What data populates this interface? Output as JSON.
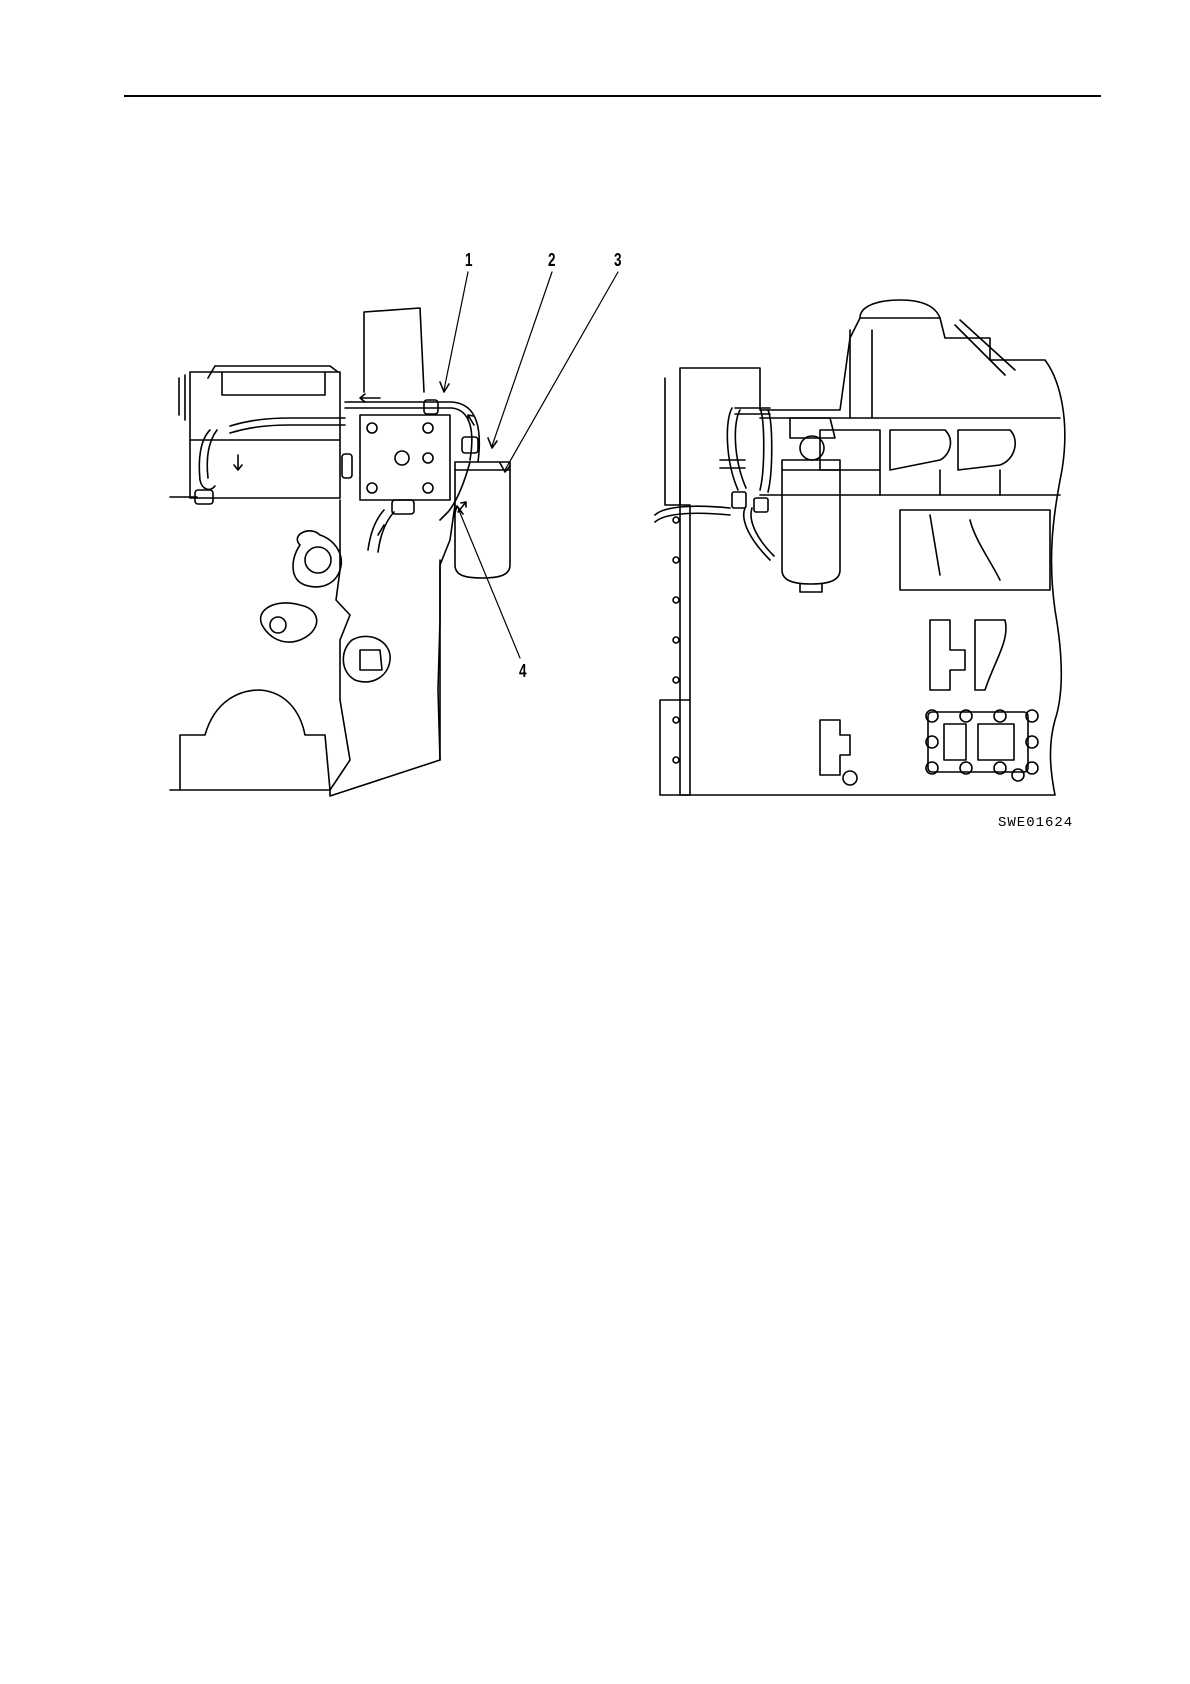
{
  "figure": {
    "code": "SWE01624",
    "callouts": [
      "1",
      "2",
      "3",
      "4"
    ]
  },
  "colors": {
    "ink": "#000000",
    "paper": "#ffffff"
  }
}
